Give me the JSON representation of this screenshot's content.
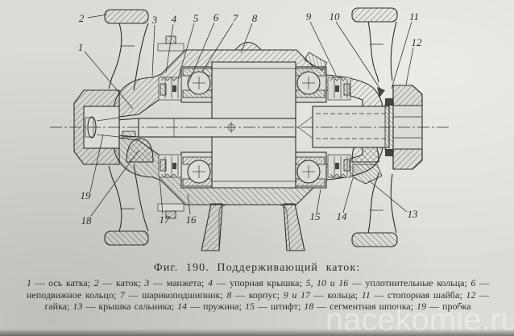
{
  "figure": {
    "caption": "Фиг. 190. Поддерживающий каток:",
    "legend": [
      {
        "num": "1",
        "label": "ось катка"
      },
      {
        "num": "2",
        "label": "каток"
      },
      {
        "num": "3",
        "label": "манжета"
      },
      {
        "num": "4",
        "label": "упорная крышка"
      },
      {
        "num": "5, 10 и 16",
        "label": "уплотнительные кольца"
      },
      {
        "num": "6",
        "label": "неподвижное кольцо"
      },
      {
        "num": "7",
        "label": "шарикоподшипник"
      },
      {
        "num": "8",
        "label": "корпус"
      },
      {
        "num": "9 и 17",
        "label": "кольца"
      },
      {
        "num": "11",
        "label": "стопорная шайба"
      },
      {
        "num": "12",
        "label": "гайка"
      },
      {
        "num": "13",
        "label": "крышка сальника"
      },
      {
        "num": "14",
        "label": "пружина"
      },
      {
        "num": "15",
        "label": "штифт"
      },
      {
        "num": "18",
        "label": "сегментная шпонка"
      },
      {
        "num": "19",
        "label": "пробка"
      }
    ],
    "callouts": {
      "c1": "1",
      "c2": "2",
      "c3": "3",
      "c4": "4",
      "c5": "5",
      "c6": "6",
      "c7": "7",
      "c8": "8",
      "c9": "9",
      "c10": "10",
      "c11": "11",
      "c12": "12",
      "c13": "13",
      "c14": "14",
      "c15": "15",
      "c16": "16",
      "c17": "17",
      "c18": "18",
      "c19": "19"
    }
  },
  "watermark": {
    "text": "nacekomie.ru"
  },
  "colors": {
    "paper": "#dcdbd5",
    "ink": "#2f2d29",
    "watermark": "#f4f4f1"
  }
}
